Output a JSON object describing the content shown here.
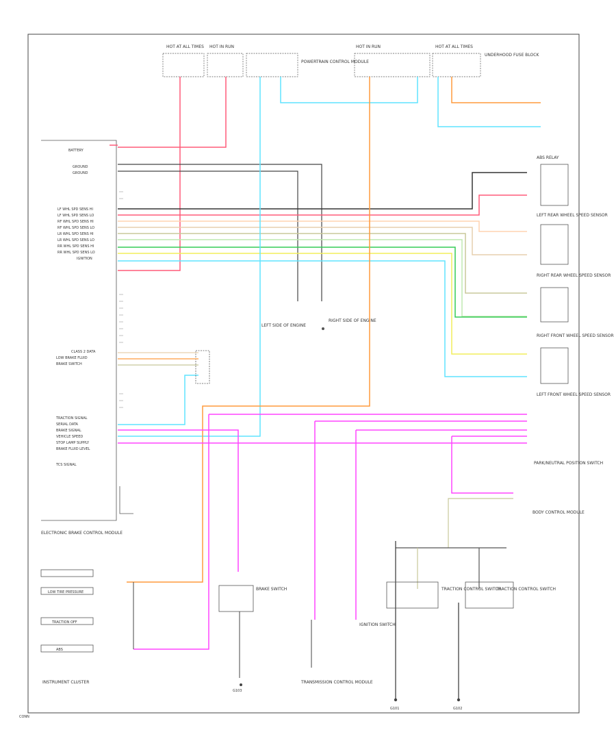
{
  "diagram": {
    "colors": {
      "red": "#ff5a78",
      "pink": "#ffa0b4",
      "orange": "#ff9a3c",
      "cyan": "#5fe4ff",
      "magenta": "#ff44ff",
      "black": "#333333",
      "gray": "#999999",
      "green": "#33cc55",
      "yellow": "#f2ee5a",
      "tan": "#e6cfae",
      "olive": "#c8c89a",
      "peach": "#ffd3b0",
      "lightgreen": "#bfe8b0"
    },
    "header": {
      "fuse_labels": [
        "HOT AT ALL TIMES",
        "HOT IN RUN",
        "HOT IN RUN",
        "HOT AT ALL TIMES"
      ],
      "center_text": "POWERTRAIN CONTROL MODULE",
      "right_text": "UNDERHOOD FUSE BLOCK"
    },
    "ebcm": {
      "left_labels": [
        "BATTERY",
        "GROUND",
        "GROUND",
        "LF WHL SPD SENS HI",
        "LF WHL SPD SENS LO",
        "RF WHL SPD SENS HI",
        "RF WHL SPD SENS LO",
        "LR WHL SPD SENS HI",
        "LR WHL SPD SENS LO",
        "RR WHL SPD SENS HI",
        "RR WHL SPD SENS LO",
        "IGNITION",
        "CLASS 2 DATA",
        "LOW BRAKE FLUID",
        "BRAKE SWITCH",
        "TRACTION SIGNAL",
        "SERIAL DATA",
        "BRAKE SIGNAL",
        "VEHICLE SPEED",
        "STOP LAMP SUPPLY",
        "BRAKE FLUID LEVEL",
        "TCS SIGNAL"
      ],
      "bottom_caption": "ELECTRONIC BRAKE CONTROL MODULE"
    },
    "right_sensors": [
      "LEFT REAR WHEEL SPEED SENSOR",
      "RIGHT REAR WHEEL SPEED SENSOR",
      "RIGHT FRONT WHEEL SPEED SENSOR",
      "LEFT FRONT WHEEL SPEED SENSOR",
      "ABS RELAY"
    ],
    "right_notes": [
      "PARK/NEUTRAL POSITION SWITCH",
      "BODY CONTROL MODULE"
    ],
    "mid_labels": [
      "LEFT SIDE OF ENGINE",
      "RIGHT SIDE OF ENGINE"
    ],
    "bottom_components": [
      "BRAKE SWITCH",
      "TRANSMISSION CONTROL MODULE",
      "IGNITION SWITCH",
      "TRACTION CONTROL SWITCH",
      "TRACTION CONTROL SWITCH"
    ],
    "ground_labels": [
      "G101",
      "G102",
      "G103"
    ],
    "cluster_caption": "INSTRUMENT CLUSTER",
    "cluster_items": [
      "LOW TIRE PRESSURE",
      "TRACTION OFF",
      "ABS"
    ],
    "corner_tag": "CONN"
  }
}
